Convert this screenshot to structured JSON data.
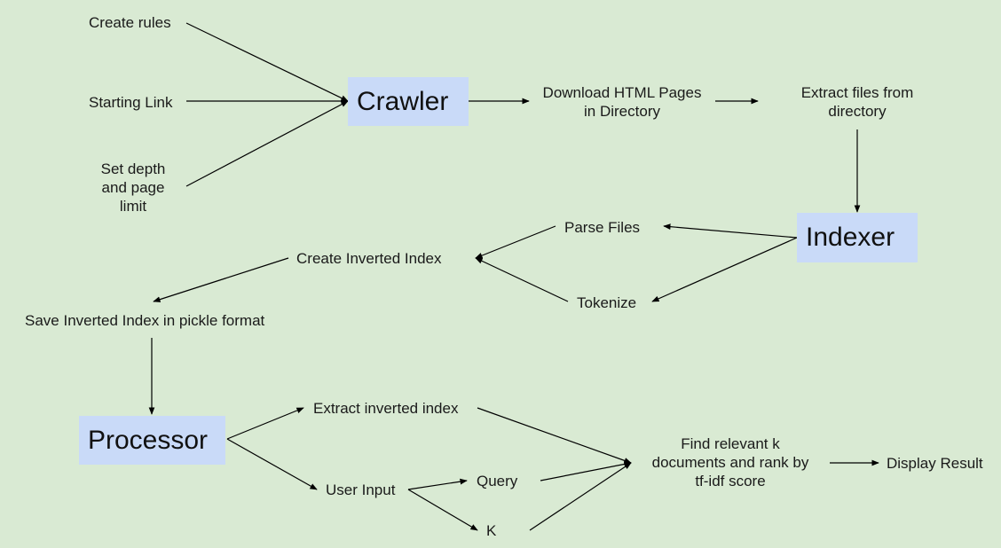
{
  "colors": {
    "background": "#d9ead3",
    "box_fill": "#c9daf8",
    "arrow": "#000000"
  },
  "boxes": {
    "crawler": "Crawler",
    "indexer": "Indexer",
    "processor": "Processor"
  },
  "labels": {
    "create_rules": "Create rules",
    "starting_link": "Starting Link",
    "set_depth": [
      "Set depth",
      "and page",
      "limit"
    ],
    "download_html": [
      "Download HTML Pages",
      "in Directory"
    ],
    "extract_files": [
      "Extract files from",
      "directory"
    ],
    "parse_files": "Parse Files",
    "tokenize": "Tokenize",
    "create_inverted_index": "Create Inverted Index",
    "save_inverted_index": "Save Inverted Index in pickle format",
    "extract_inverted_index": "Extract inverted index",
    "user_input": "User Input",
    "query": "Query",
    "k": "K",
    "find_relevant": [
      "Find relevant k",
      "documents and rank by",
      "tf-idf score"
    ],
    "display_result": "Display Result"
  }
}
